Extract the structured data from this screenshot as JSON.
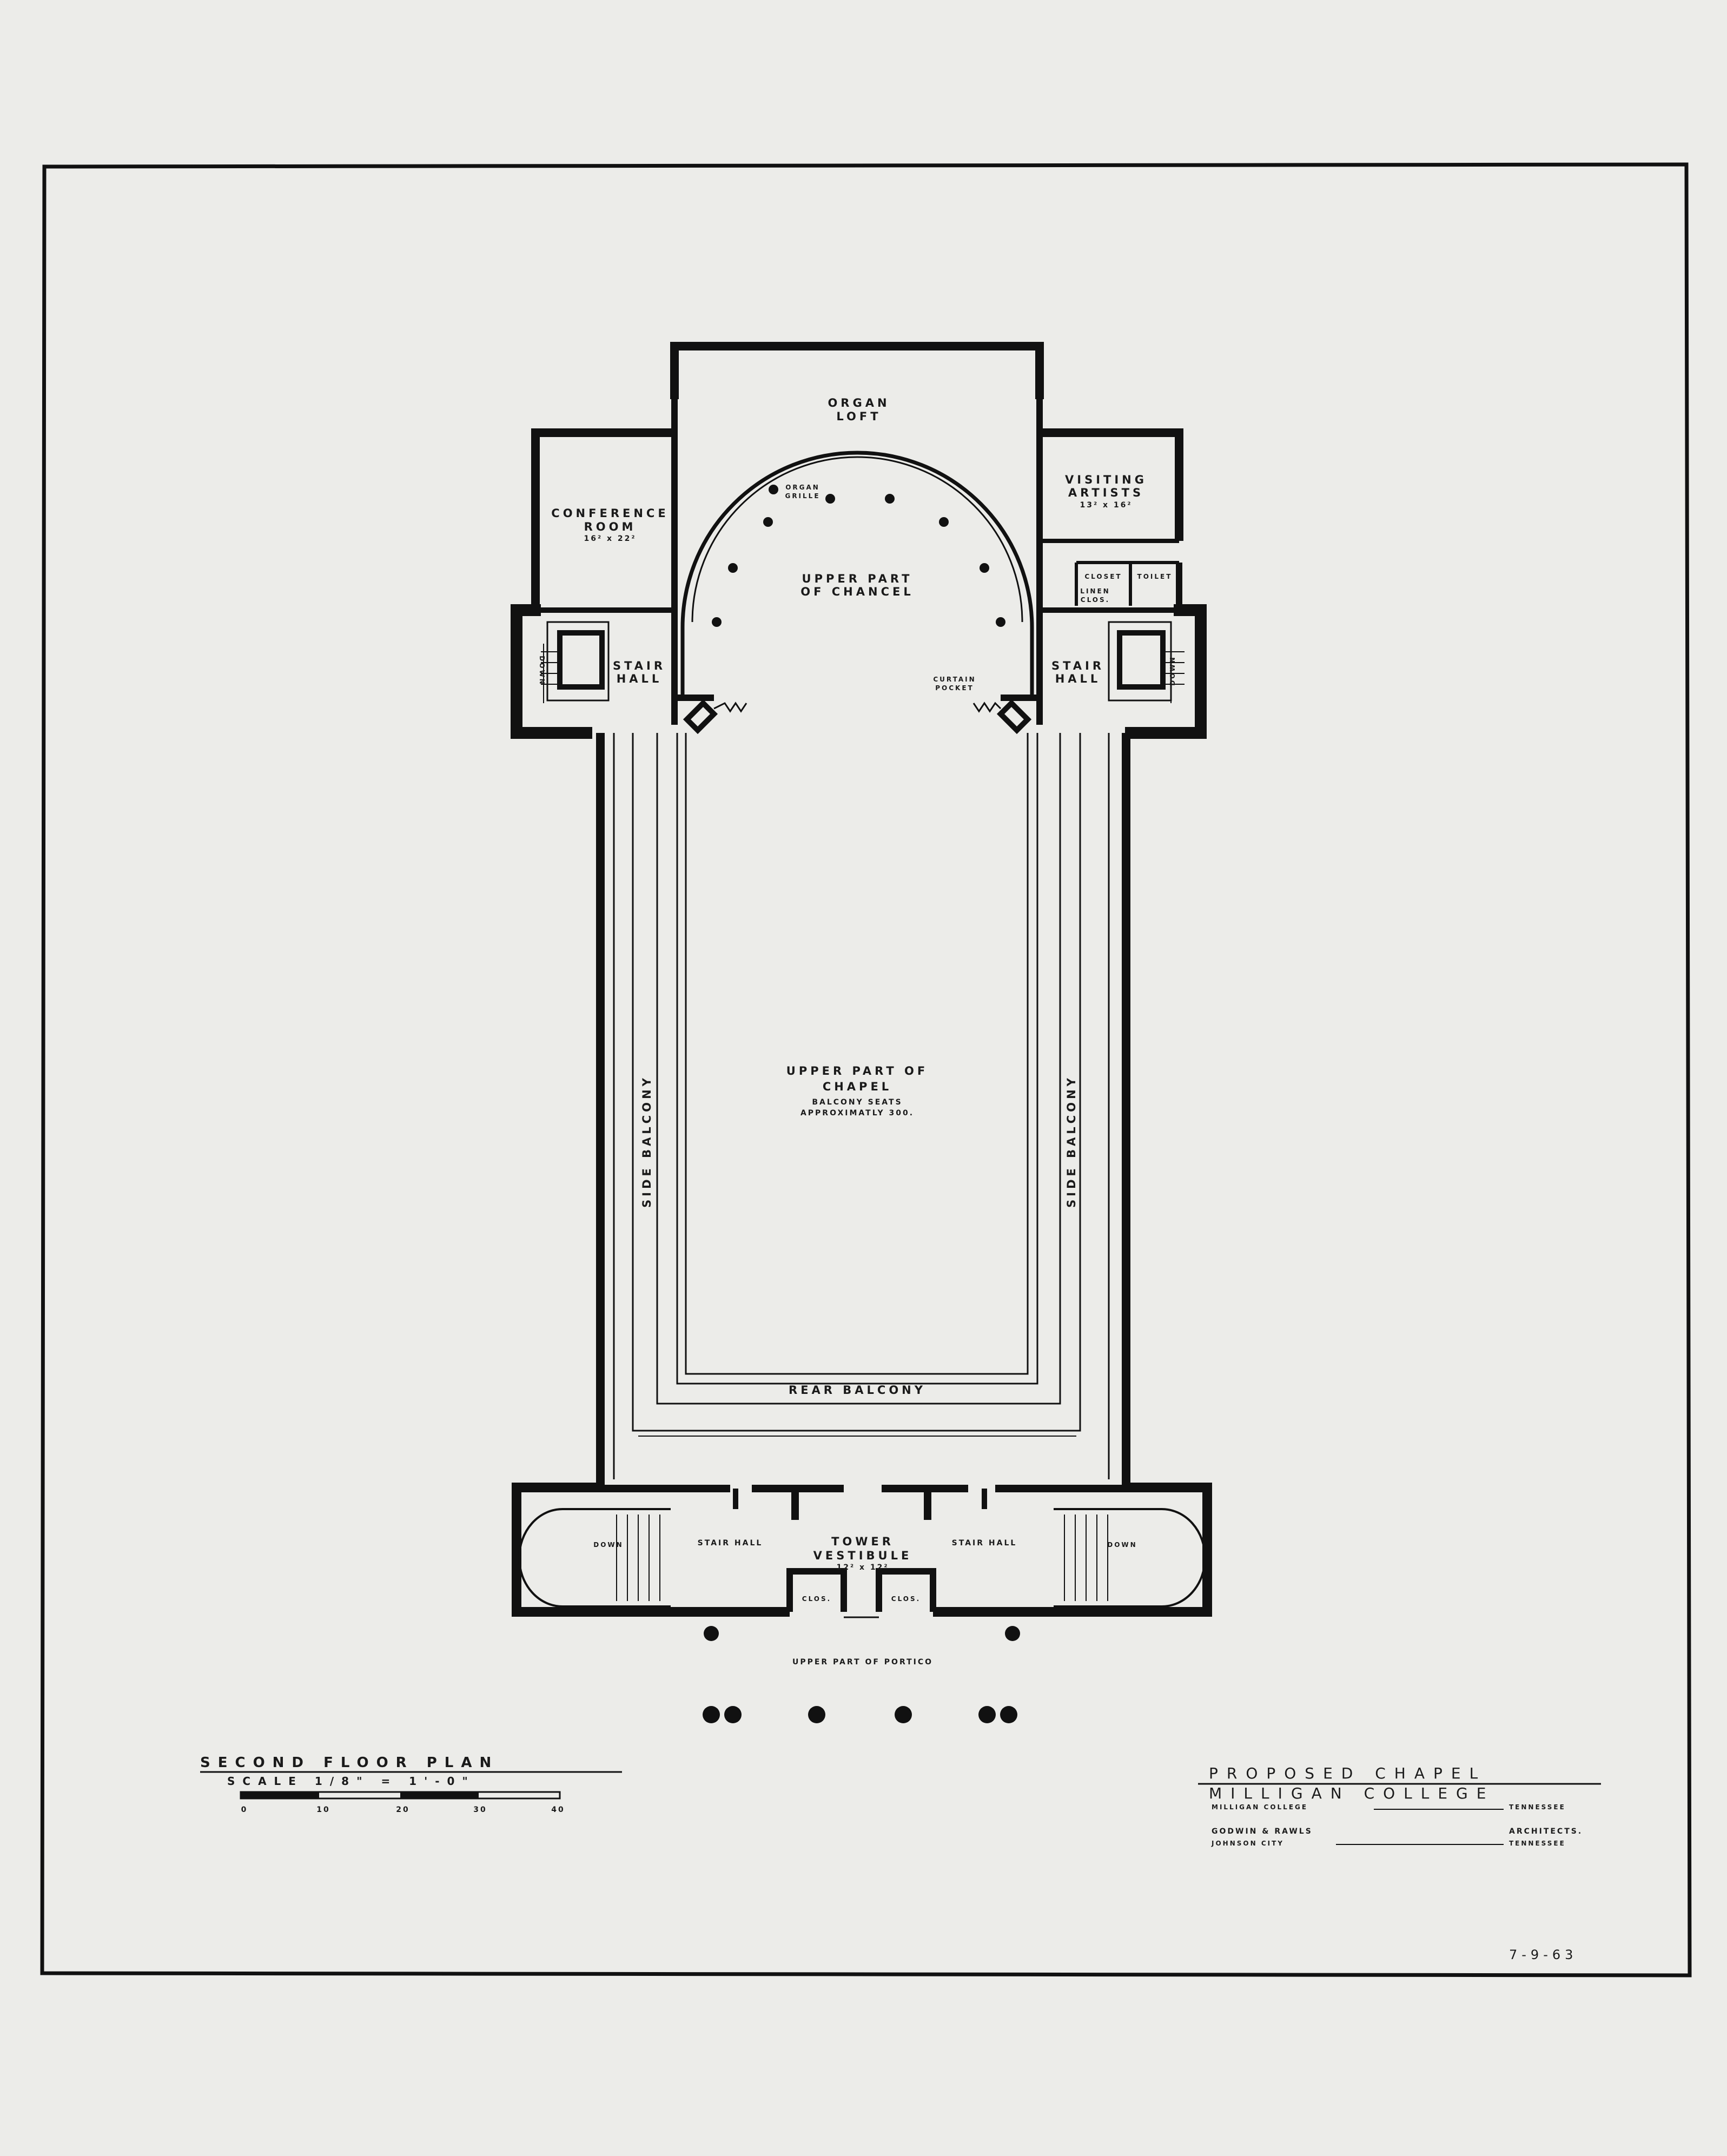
{
  "rooms": {
    "organ_loft": [
      "ORGAN",
      "LOFT"
    ],
    "conference": [
      "CONFERENCE",
      "ROOM",
      "16² x 22²"
    ],
    "visiting": [
      "VISITING",
      "ARTISTS",
      "13² x 16²"
    ],
    "chancel": [
      "UPPER PART",
      "OF CHANCEL"
    ],
    "organ_grille": [
      "ORGAN",
      "GRILLE"
    ],
    "curtain_pocket": [
      "CURTAIN",
      "POCKET"
    ],
    "closet": "CLOSET",
    "toilet": "TOILET",
    "linen": [
      "LINEN",
      "CLOS."
    ],
    "stair_hall": [
      "STAIR",
      "HALL"
    ],
    "down": "DOWN",
    "side_balcony": "SIDE BALCONY",
    "chapel": [
      "UPPER PART OF",
      "CHAPEL"
    ],
    "balcony_seats": [
      "BALCONY SEATS",
      "APPROXIMATLY 300."
    ],
    "rear_balcony": "REAR BALCONY",
    "stair_hall_inline": "STAIR HALL",
    "tower": [
      "TOWER",
      "VESTIBULE",
      "12² x 12²"
    ],
    "clos": "CLOS.",
    "portico": "UPPER PART OF PORTICO"
  },
  "plan_title": {
    "title": "SECOND FLOOR PLAN",
    "scale_text": "SCALE 1/8\" = 1'-0\"",
    "ticks": [
      "0",
      "10",
      "20",
      "30",
      "40"
    ]
  },
  "title_block": {
    "project": "PROPOSED CHAPEL",
    "client": "MILLIGAN COLLEGE",
    "client_location": [
      "MILLIGAN COLLEGE",
      "TENNESSEE"
    ],
    "architects": [
      "GODWIN & RAWLS",
      "ARCHITECTS."
    ],
    "architects_location": [
      "JOHNSON CITY",
      "TENNESSEE"
    ]
  },
  "date": "7-9-63"
}
